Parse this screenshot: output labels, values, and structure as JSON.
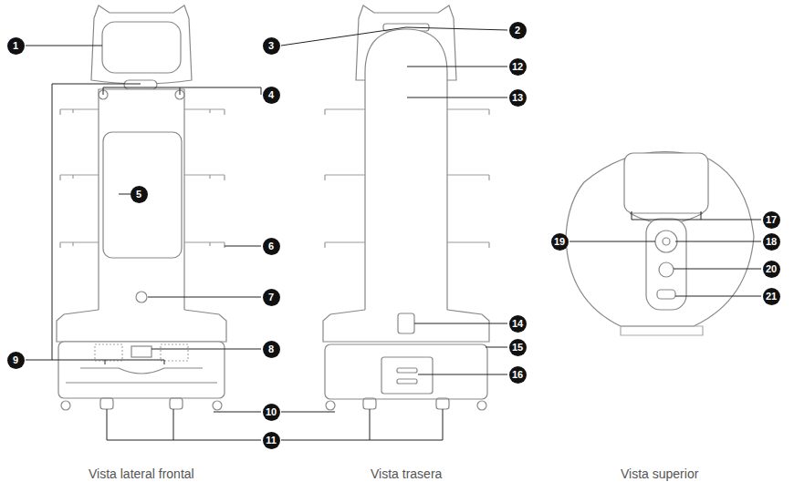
{
  "diagram": {
    "labels": [
      "1",
      "2",
      "3",
      "4",
      "5",
      "6",
      "7",
      "8",
      "9",
      "10",
      "11",
      "12",
      "13",
      "14",
      "15",
      "16",
      "17",
      "18",
      "19",
      "20",
      "21",
      "Vista lateral frontal",
      "Vista trasera",
      "Vista superior"
    ]
  }
}
